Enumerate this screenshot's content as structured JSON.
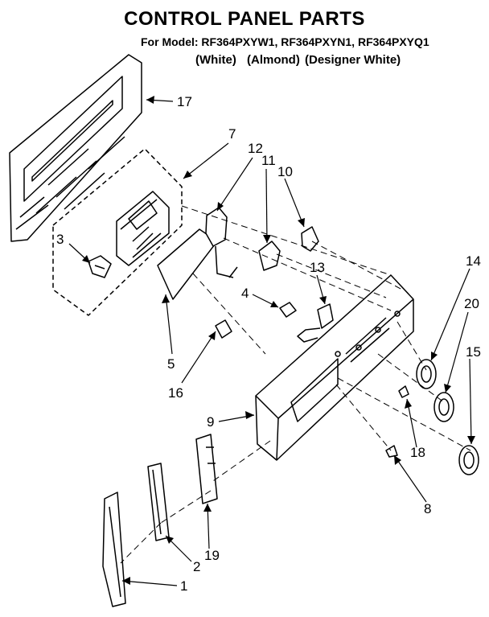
{
  "title": "CONTROL PANEL PARTS",
  "subtitle": "For Model: RF364PXYW1, RF364PXYN1, RF364PXYQ1",
  "variants": [
    "(White)",
    "(Almond)",
    "(Designer White)"
  ],
  "callouts": [
    "17",
    "7",
    "12",
    "11",
    "10",
    "3",
    "13",
    "14",
    "4",
    "20",
    "15",
    "5",
    "16",
    "9",
    "18",
    "8",
    "2",
    "19",
    "1"
  ]
}
